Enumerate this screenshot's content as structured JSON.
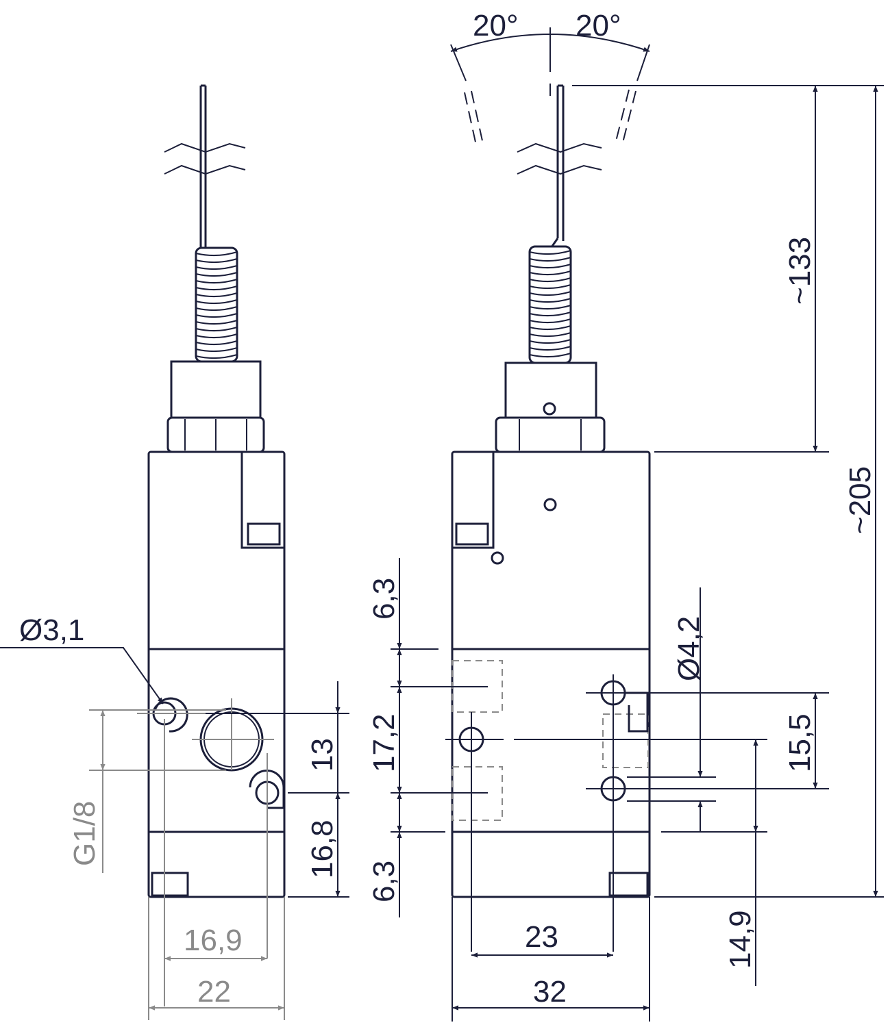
{
  "colors": {
    "outline": "#1c1f3a",
    "dimension_gray": "#8a8a8a",
    "background": "#ffffff"
  },
  "angles": {
    "left": "20°",
    "right": "20°"
  },
  "dimensions": {
    "lever_length": "~133",
    "total_height": "~205",
    "hole_small": "Ø3,1",
    "port_thread": "G1/8",
    "mount_hole": "Ø4,2",
    "pitch_13": "13",
    "pitch_16_8": "16,8",
    "width_16_9": "16,9",
    "width_22": "22",
    "top_6_3": "6,3",
    "mid_17_2": "17,2",
    "bottom_6_3": "6,3",
    "hole_pitch_15_5": "15,5",
    "offset_14_9": "14,9",
    "width_23": "23",
    "width_32": "32"
  }
}
